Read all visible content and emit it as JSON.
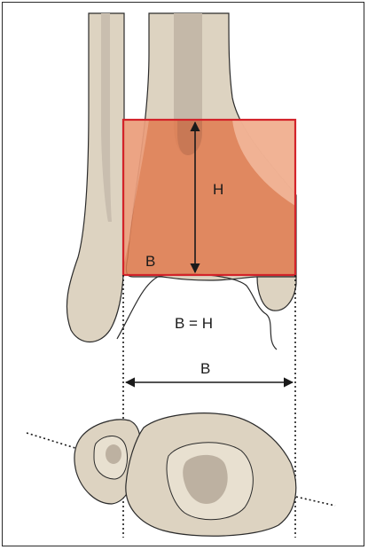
{
  "labels": {
    "height_label": "H",
    "base_label_inner": "B",
    "equation": "B = H",
    "base_label_measure": "B"
  },
  "colors": {
    "bone_fill": "#ddd3c1",
    "bone_light": "#e8e0d0",
    "bone_marrow": "#bdb1a1",
    "bone_outline": "#2b2b2b",
    "zone_fill": "#e07a4f",
    "zone_fill_light": "#f2b79a",
    "zone_border": "#d3232a",
    "arrow_color": "#1a1a1a"
  }
}
